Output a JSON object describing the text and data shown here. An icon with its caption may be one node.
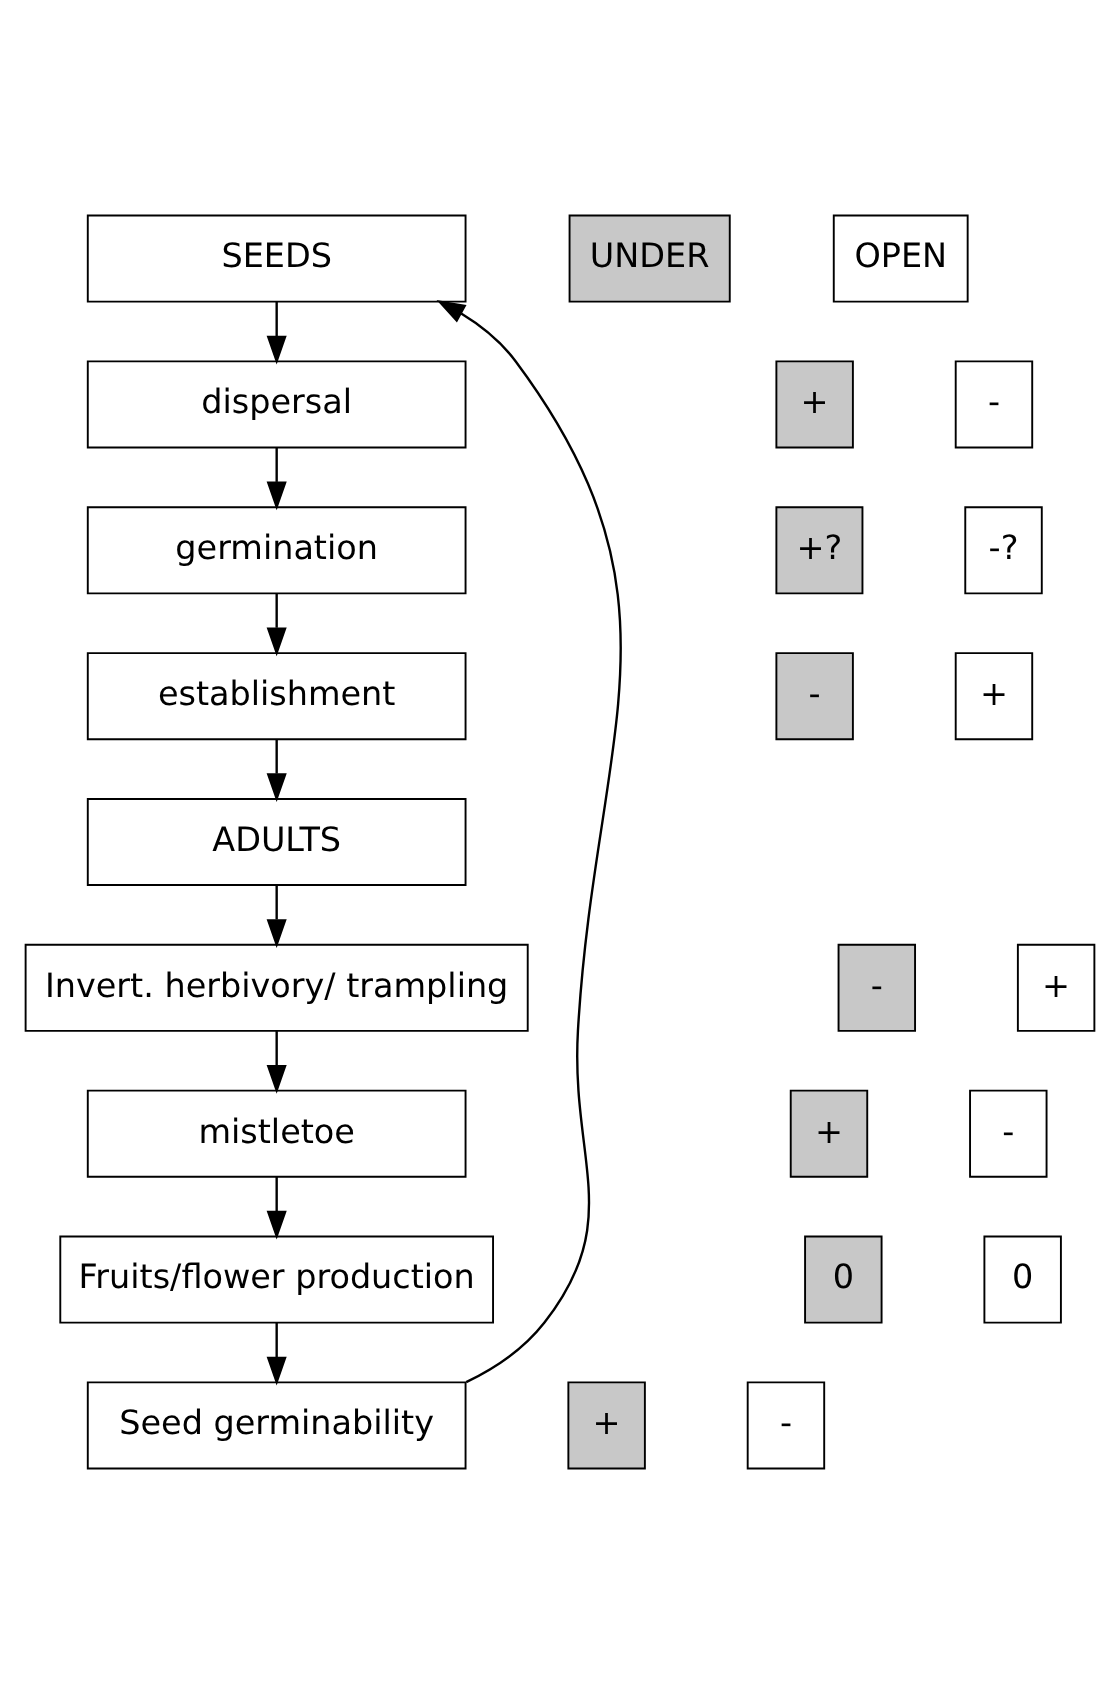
{
  "diagram": {
    "nodes": [
      {
        "text": [
          "SEEDS"
        ]
      },
      {
        "text": [
          "UNDER"
        ]
      },
      {
        "text": [
          "OPEN"
        ]
      },
      {
        "text": [
          "+"
        ]
      },
      {
        "text": [
          "dispersal"
        ]
      },
      {
        "text": [
          "-"
        ]
      },
      {
        "text": [
          "+?"
        ]
      },
      {
        "text": [
          "germination"
        ]
      },
      {
        "text": [
          "-?"
        ]
      },
      {
        "text": [
          "-"
        ]
      },
      {
        "text": [
          "establishment"
        ]
      },
      {
        "text": [
          "+"
        ]
      },
      {
        "text": [
          "ADULTS"
        ]
      },
      {
        "text": [
          "-"
        ]
      },
      {
        "text": [
          "Invert. herbivory/ trampling"
        ]
      },
      {
        "text": [
          "+"
        ]
      },
      {
        "text": [
          "+"
        ]
      },
      {
        "text": [
          "mistletoe"
        ]
      },
      {
        "text": [
          "-"
        ]
      },
      {
        "text": [
          "0"
        ]
      },
      {
        "text": [
          "Fruits/flower production"
        ]
      },
      {
        "text": [
          "0"
        ]
      },
      {
        "text": [
          "+"
        ]
      },
      {
        "text": [
          "Seed germinability"
        ]
      },
      {
        "text": [
          "-"
        ]
      }
    ],
    "edges": [
      {
        "from": 0,
        "to": 4,
        "arrow": "to"
      },
      {
        "from": 4,
        "to": 7,
        "arrow": "to"
      },
      {
        "from": 7,
        "to": 10,
        "arrow": "to"
      },
      {
        "from": 10,
        "to": 12,
        "arrow": "to"
      },
      {
        "from": 12,
        "to": 14,
        "arrow": "to"
      },
      {
        "from": 14,
        "to": 17,
        "arrow": "to"
      },
      {
        "from": 17,
        "to": 20,
        "arrow": "to"
      },
      {
        "from": 20,
        "to": 23,
        "arrow": "to"
      },
      {
        "from": 23,
        "to": 0,
        "arrow": "to"
      }
    ]
  }
}
